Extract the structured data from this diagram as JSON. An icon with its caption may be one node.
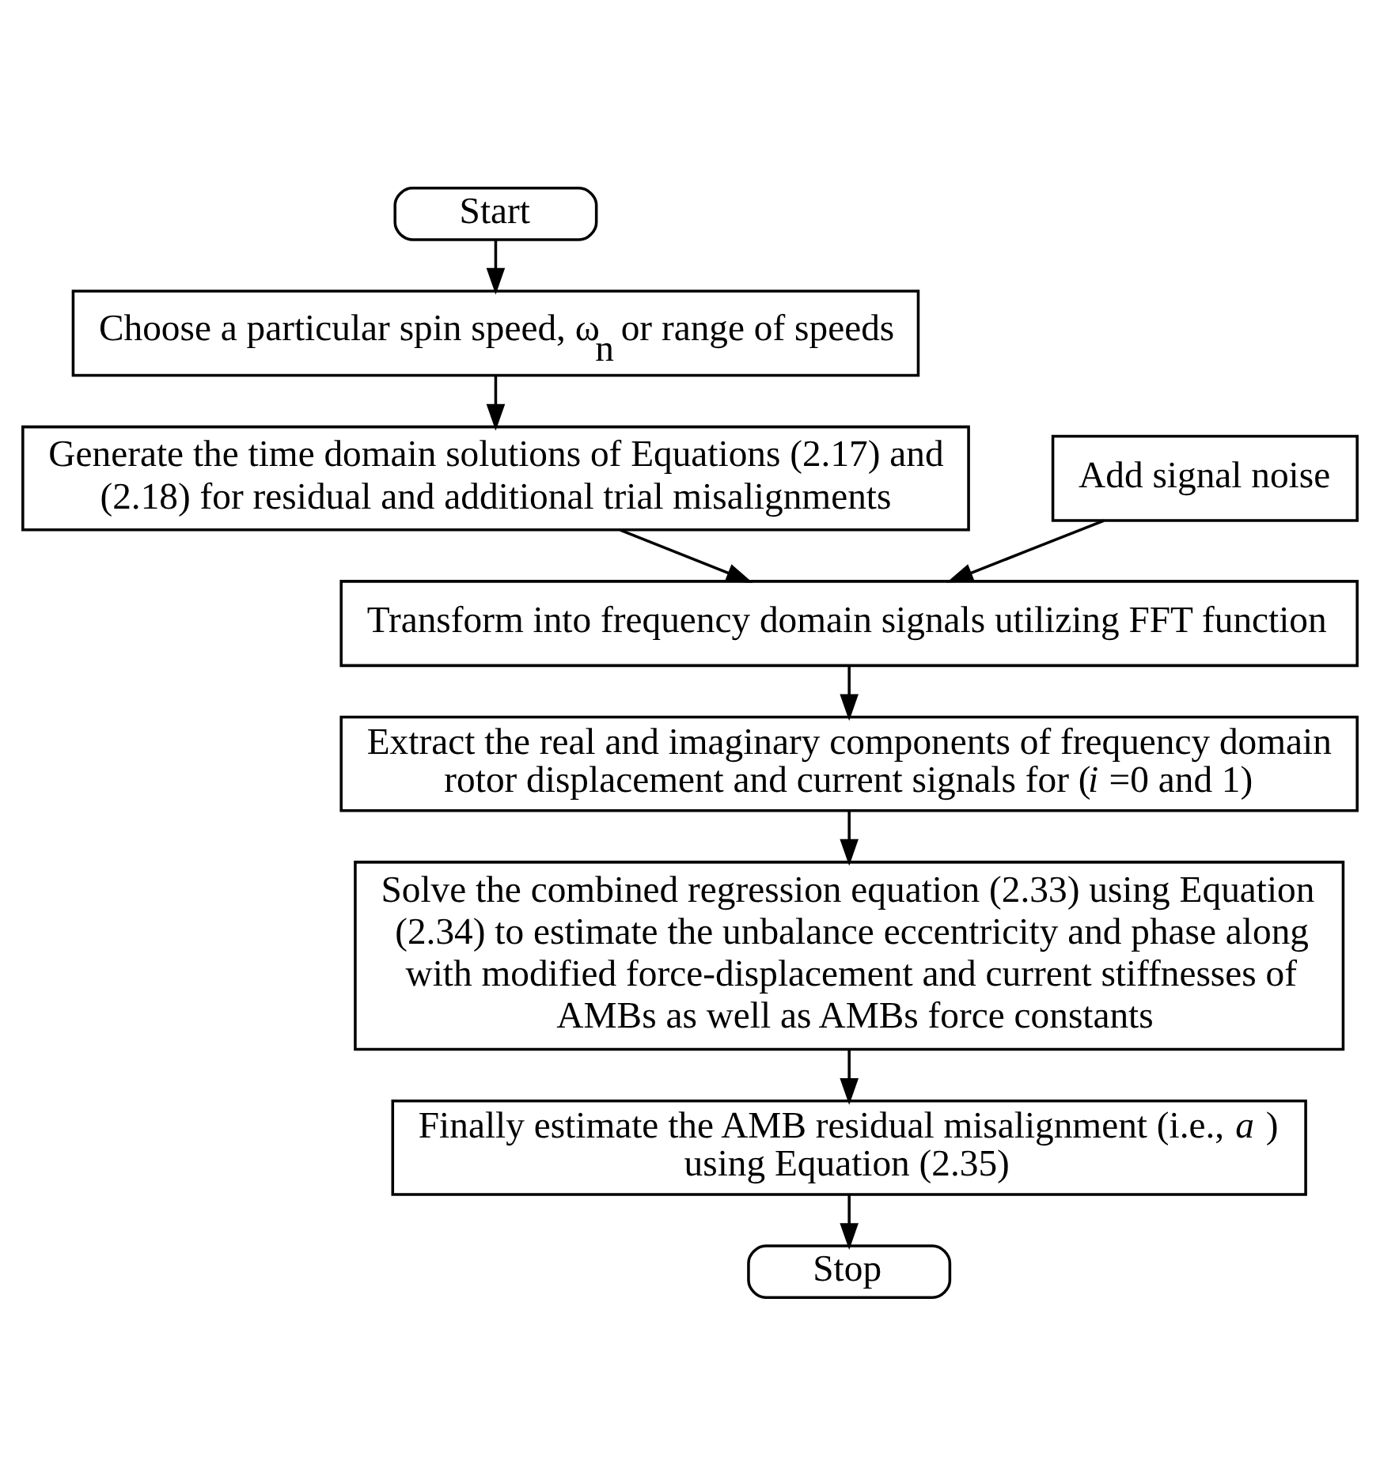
{
  "diagram": {
    "nodes": [
      {
        "text": [
          "Start"
        ]
      },
      {
        "text": [
          "Choose a particular spin speed, ω$_{n}$ or range of speeds"
        ]
      },
      {
        "text": [
          "Generate the time domain solutions of Equations (2.17) and (2.18) for residual and additional trial misalignments"
        ]
      },
      {
        "text": [
          "Add signal noise"
        ]
      },
      {
        "text": [
          "Transform into frequency domain signals utilizing FFT function"
        ]
      },
      {
        "text": [
          "Extract the real and imaginary components of frequency domain rotor displacement and current signals for (*i* =0 and 1)"
        ]
      },
      {
        "text": [
          "Solve the combined regression equation (2.33) using Equation (2.34) to estimate the unbalance eccentricity and phase along with modified force-displacement and current stiffnesses of AMBs as well as AMBs force constants"
        ]
      },
      {
        "text": [
          "Finally estimate the AMB residual misalignment (i.e., *a* ) using Equation (2.35)"
        ]
      },
      {
        "text": [
          "Stop"
        ]
      }
    ],
    "edges": [
      {
        "from": 0,
        "to": 1,
        "arrow": "to"
      },
      {
        "from": 1,
        "to": 2,
        "arrow": "to"
      },
      {
        "from": 2,
        "to": 4,
        "arrow": "to"
      },
      {
        "from": 3,
        "to": 4,
        "arrow": "to"
      },
      {
        "from": 4,
        "to": 5,
        "arrow": "to"
      },
      {
        "from": 5,
        "to": 6,
        "arrow": "to"
      },
      {
        "from": 6,
        "to": 7,
        "arrow": "to"
      },
      {
        "from": 7,
        "to": 8,
        "arrow": "to"
      }
    ]
  }
}
